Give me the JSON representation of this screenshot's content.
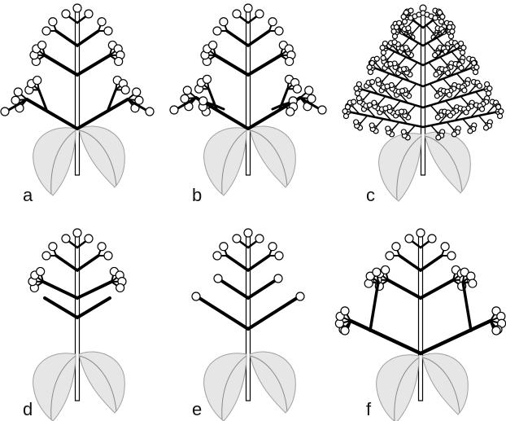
{
  "panels": [
    {
      "id": "a",
      "label": "a"
    },
    {
      "id": "b",
      "label": "b"
    },
    {
      "id": "c",
      "label": "c"
    },
    {
      "id": "d",
      "label": "d"
    },
    {
      "id": "e",
      "label": "e"
    },
    {
      "id": "f",
      "label": "f"
    }
  ],
  "colors": {
    "branch": "#000000",
    "stem_fill": "#ffffff",
    "leaf_fill": "#e6e6e6",
    "leaf_stroke": "#a0a0a0",
    "flower_fill": "#ffffff"
  }
}
